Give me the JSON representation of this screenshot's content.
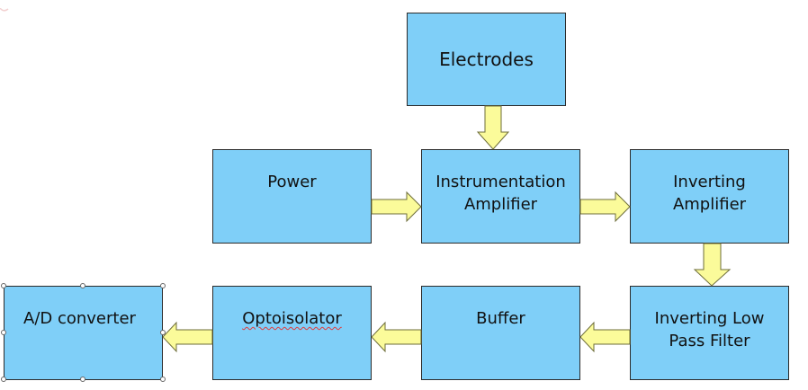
{
  "diagram": {
    "blocks": {
      "electrodes": "Electrodes",
      "power": "Power",
      "instrumentation_amplifier": [
        "Instrumentation",
        "Amplifier"
      ],
      "inverting_amplifier": [
        "Inverting",
        "Amplifier"
      ],
      "inverting_low_pass_filter": [
        "Inverting Low",
        "Pass Filter"
      ],
      "buffer": "Buffer",
      "optoisolator": "Optoisolator",
      "ad_converter": "A/D converter"
    },
    "colors": {
      "block_fill": "#7fcff8",
      "block_border": "#2b2b2b",
      "arrow_fill": "#fbfb9a",
      "arrow_outline": "#6d6d3a",
      "spellcheck_underline": "#e23b3b"
    }
  }
}
